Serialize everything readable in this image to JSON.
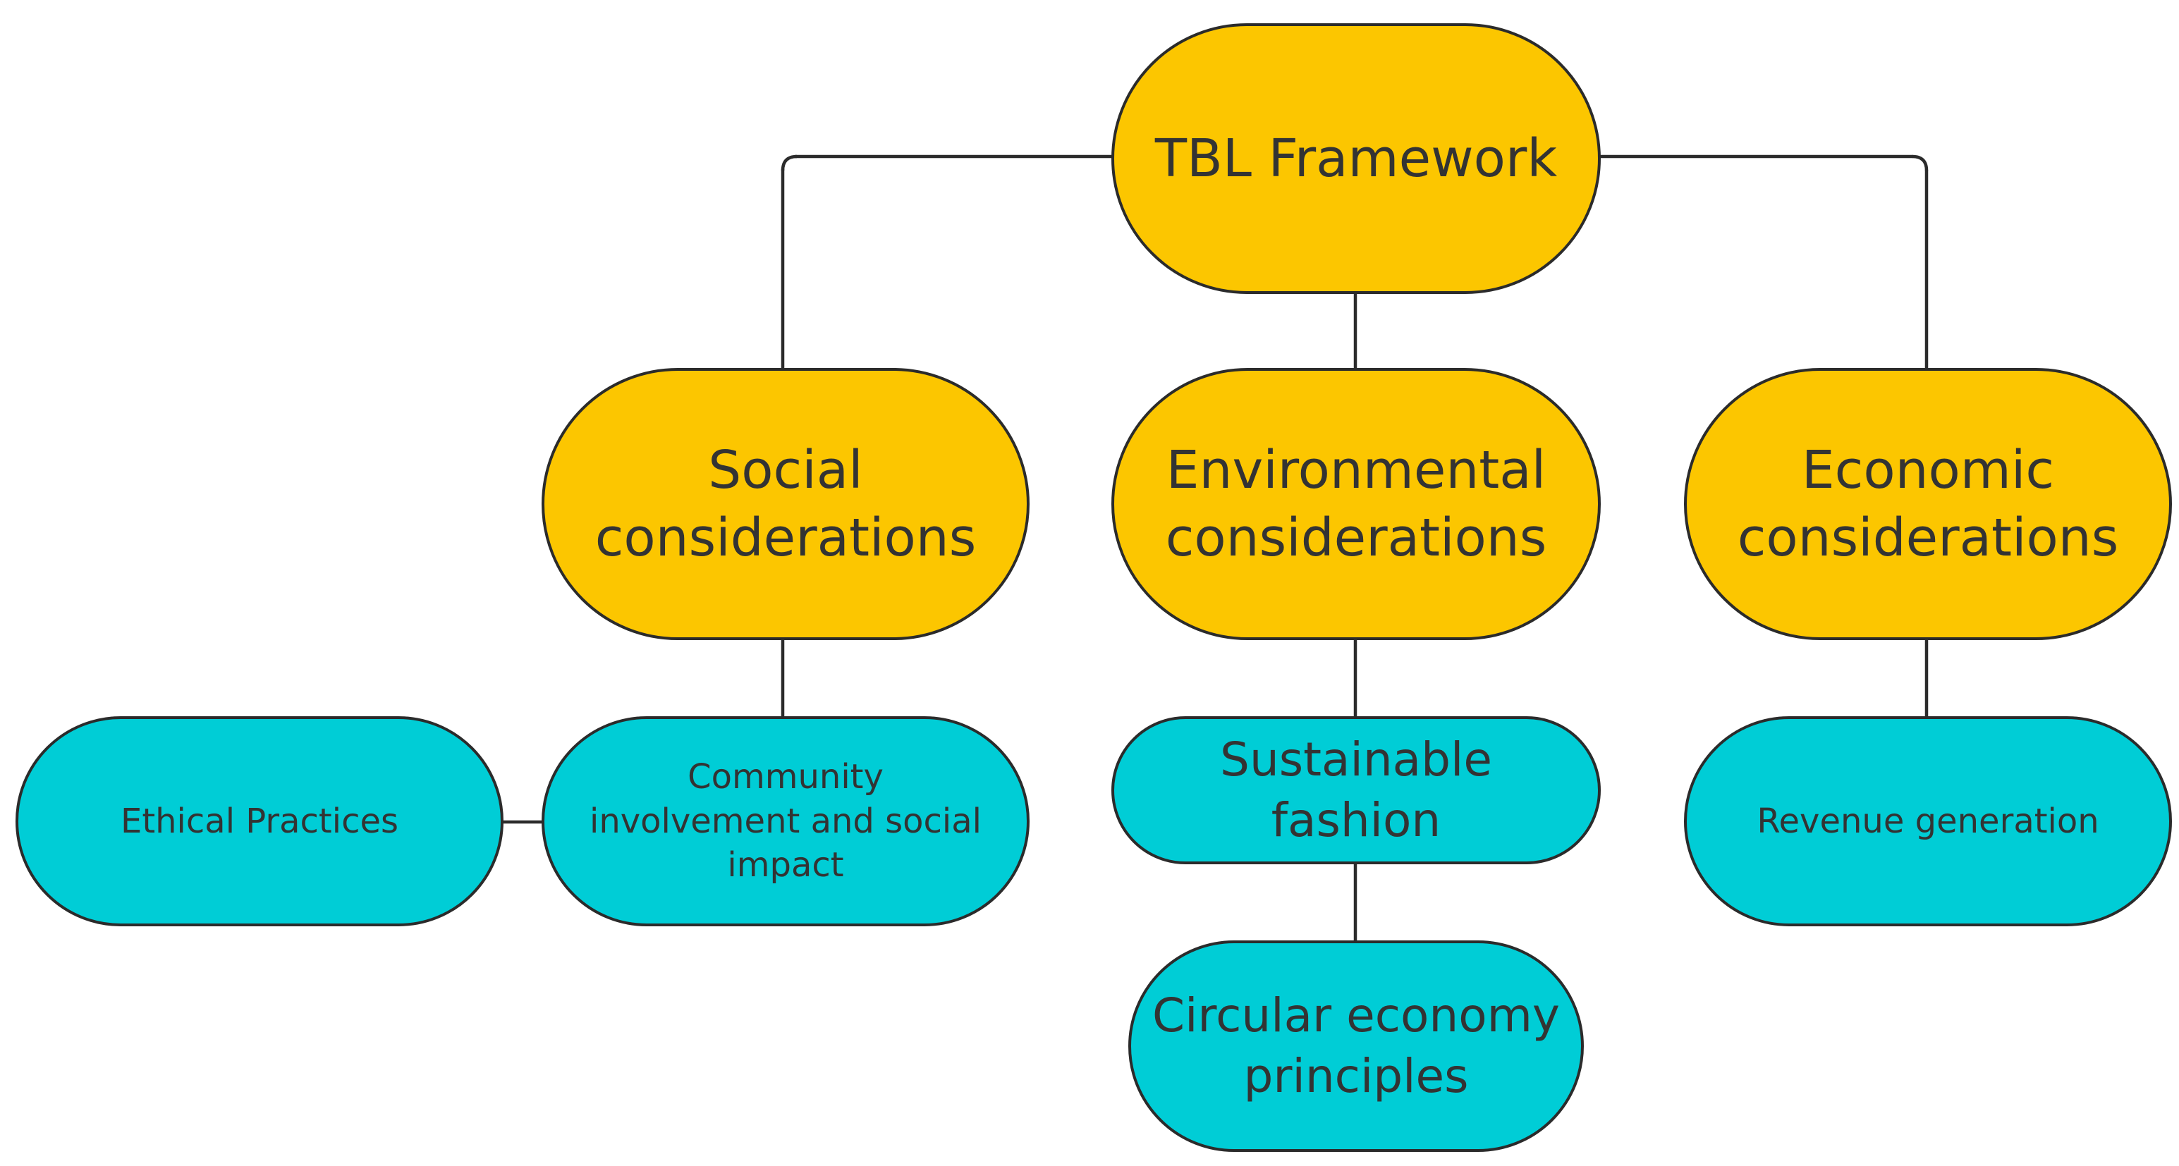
{
  "diagram": {
    "nodes": {
      "root": {
        "label": "TBL Framework"
      },
      "social": {
        "label": "Social\nconsiderations"
      },
      "environmental": {
        "label": "Environmental\nconsiderations"
      },
      "economic": {
        "label": "Economic\nconsiderations"
      },
      "ethical": {
        "label": "Ethical Practices"
      },
      "community": {
        "label": "Community\ninvolvement and social\nimpact"
      },
      "fashion": {
        "label": "Sustainable fashion"
      },
      "circular": {
        "label": "Circular economy\nprinciples"
      },
      "revenue": {
        "label": "Revenue generation"
      }
    },
    "edges": [
      {
        "from": "root",
        "to": "social"
      },
      {
        "from": "root",
        "to": "environmental"
      },
      {
        "from": "root",
        "to": "economic"
      },
      {
        "from": "social",
        "to": "community"
      },
      {
        "from": "community",
        "to": "ethical"
      },
      {
        "from": "environmental",
        "to": "fashion"
      },
      {
        "from": "fashion",
        "to": "circular"
      },
      {
        "from": "economic",
        "to": "revenue"
      }
    ],
    "colors": {
      "primary_node": "#fcc600",
      "secondary_node": "#00cdd6",
      "outline": "#2b2b2b",
      "text": "#333333"
    }
  }
}
